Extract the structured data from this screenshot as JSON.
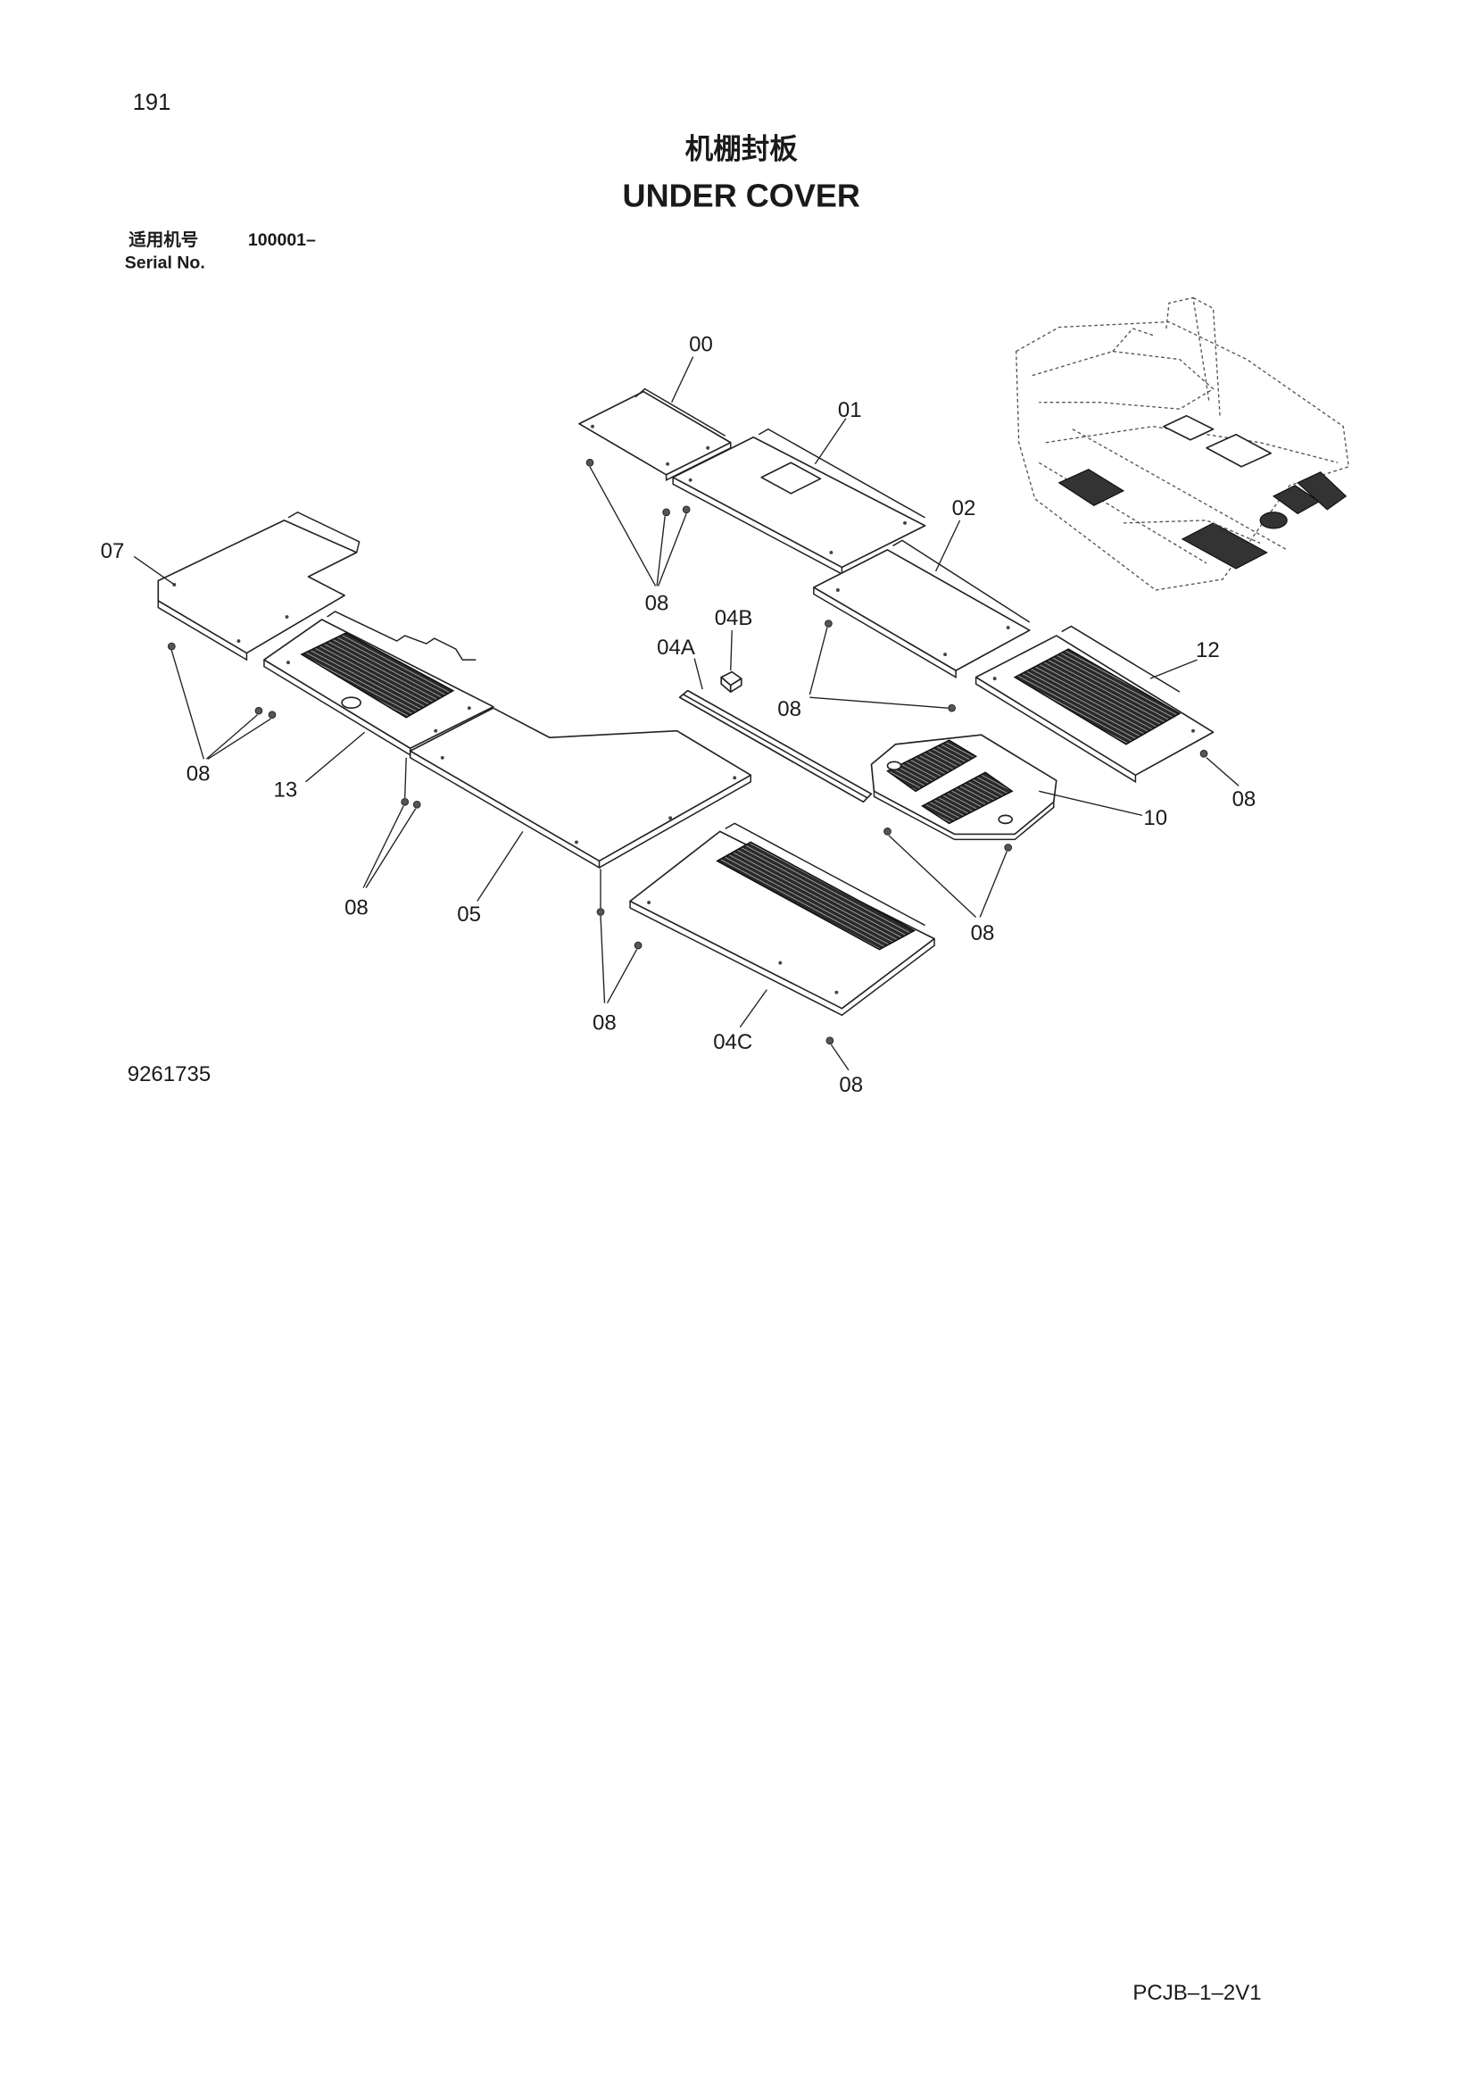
{
  "page": {
    "page_number": "191",
    "title_cn": "机棚封板",
    "title_en": "UNDER COVER",
    "serial_label_cn": "适用机号",
    "serial_value": "100001–",
    "serial_label_en": "Serial No.",
    "drawing_number": "9261735",
    "document_code": "PCJB–1–2V1"
  },
  "callouts": [
    "00",
    "01",
    "02",
    "07",
    "08",
    "04B",
    "04A",
    "12",
    "08",
    "08",
    "13",
    "08",
    "10",
    "08",
    "05",
    "08",
    "08",
    "04C",
    "08"
  ],
  "colors": {
    "ink": "#1a1a1a",
    "paper": "#ffffff"
  }
}
